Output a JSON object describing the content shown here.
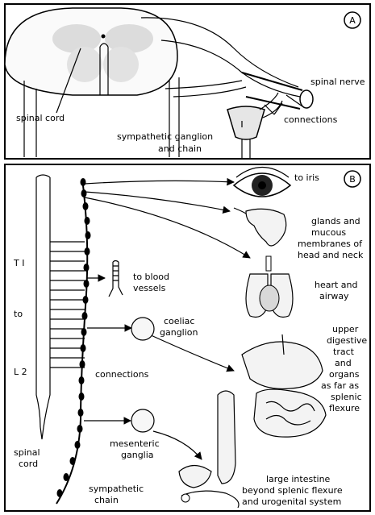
{
  "panel_a": {
    "badge": "A",
    "labels": {
      "spinal_cord": "spinal cord",
      "spinal_nerve": "spinal nerve",
      "connections": "connections",
      "ganglion_line1": "sympathetic ganglion",
      "ganglion_line2": "and chain"
    }
  },
  "panel_b": {
    "badge": "B",
    "segments": {
      "top": "T I",
      "middle": "to",
      "bottom": "L 2"
    },
    "spinal_cord_line1": "spinal",
    "spinal_cord_line2": "cord",
    "sympathetic_chain_line1": "sympathetic",
    "sympathetic_chain_line2": "chain",
    "connections": "connections",
    "targets": {
      "iris": "to iris",
      "glands": [
        "glands and",
        "mucous",
        "membranes of",
        "head and neck"
      ],
      "heart": [
        "heart and",
        "airway"
      ],
      "blood_vessels": [
        "to blood",
        "vessels"
      ],
      "coeliac": [
        "coeliac",
        "ganglion"
      ],
      "digestive": [
        "upper",
        "digestive",
        "tract",
        "and",
        "organs",
        "as far as",
        "splenic",
        "flexure"
      ],
      "mesenteric": [
        "mesenteric",
        "ganglia"
      ],
      "large_intestine": [
        "large intestine",
        "beyond splenic flexure",
        "and urogenital system"
      ]
    }
  }
}
